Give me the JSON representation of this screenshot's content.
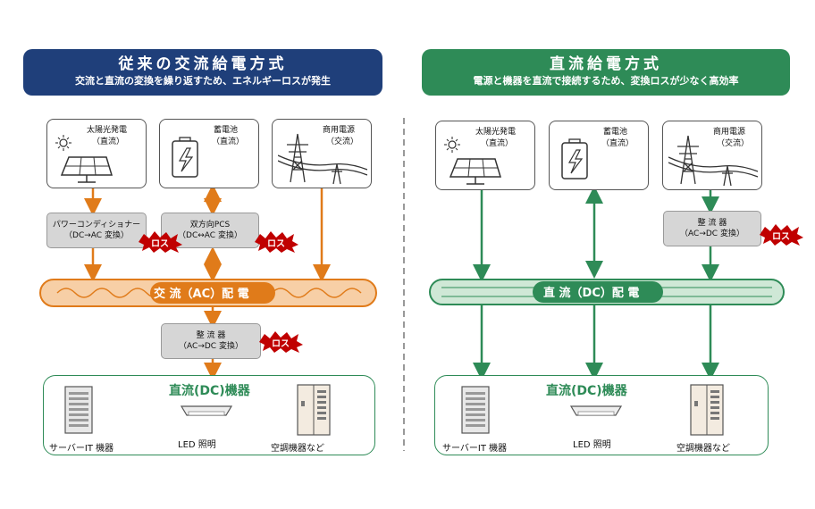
{
  "left": {
    "title": "従来の交流給電方式",
    "subtitle": "交流と直流の変換を繰り返すため、エネルギーロスが発生",
    "sources": {
      "solar": {
        "name": "太陽光発電",
        "type": "（直流）"
      },
      "battery": {
        "name": "蓄電池",
        "type": "（直流）"
      },
      "grid": {
        "name": "商用電源",
        "type": "（交流）"
      }
    },
    "converters": {
      "pcs": {
        "name": "パワーコンディショナー",
        "detail": "（DC→AC 変換）"
      },
      "bidir": {
        "name": "双方向PCS",
        "detail": "（DC↔AC 変換）"
      },
      "rectifier": {
        "name": "整 流 器",
        "detail": "（AC→DC 変換）"
      }
    },
    "bus_label": "交 流（AC）配 電",
    "devices_title": "直流(DC)機器",
    "devices": [
      "サーバーIT 機器",
      "LED 照明",
      "空調機器など"
    ]
  },
  "right": {
    "title": "直流給電方式",
    "subtitle": "電源と機器を直流で接続するため、変換ロスが少なく高効率",
    "sources": {
      "solar": {
        "name": "太陽光発電",
        "type": "（直流）"
      },
      "battery": {
        "name": "蓄電池",
        "type": "（直流）"
      },
      "grid": {
        "name": "商用電源",
        "type": "（交流）"
      }
    },
    "converters": {
      "rectifier": {
        "name": "整 流 器",
        "detail": "（AC→DC 変換）"
      }
    },
    "bus_label": "直 流（DC）配 電",
    "devices_title": "直流(DC)機器",
    "devices": [
      "サーバーIT 機器",
      "LED 照明",
      "空調機器など"
    ]
  },
  "loss_label": "ロス",
  "colors": {
    "left_header": "#1f3f7a",
    "right_header": "#2e8b57",
    "ac_line": "#e07b1a",
    "ac_bus_fill": "#f7cfa6",
    "ac_bus_label_bg": "#e07b1a",
    "dc_line": "#2e8b57",
    "dc_bus_fill": "#cfe8d6",
    "loss_red": "#c00000"
  }
}
